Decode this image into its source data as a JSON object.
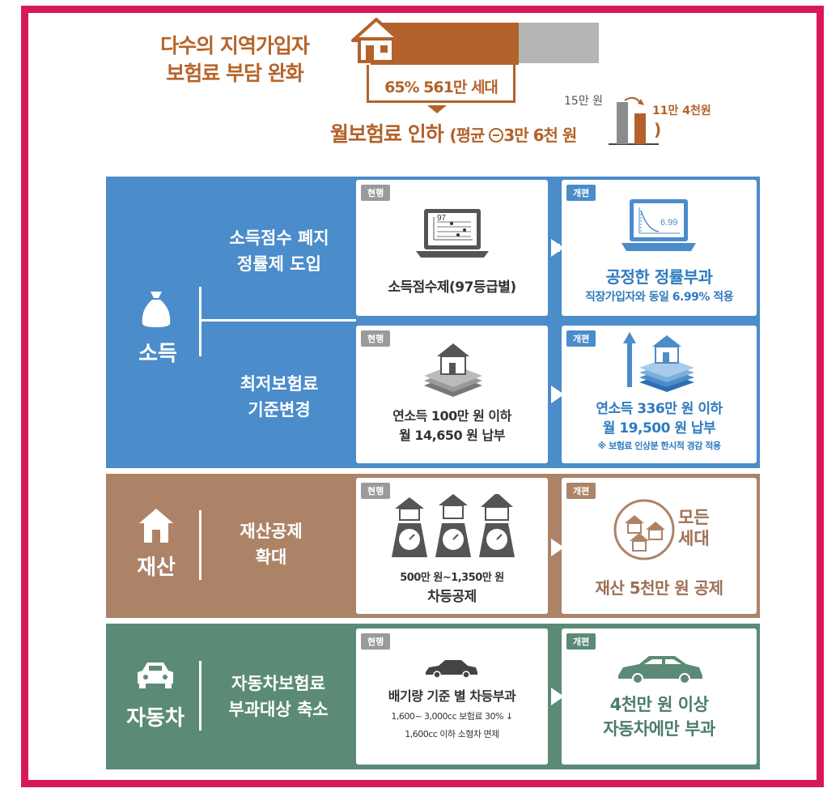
{
  "header": {
    "title_line1": "다수의 지역가입자",
    "title_line2": "보험료 부담 완화",
    "bracket_label": "65% 561만 세대",
    "reduce_main": "월보험료 인하",
    "reduce_open": "(평균 ",
    "reduce_amount": "3만 6천 원",
    "reduce_close": ")",
    "before_label": "15만 원",
    "after_label": "11만 4천원",
    "share_pct": 65,
    "colors": {
      "accent": "#b2622a",
      "gray": "#b5b5b5"
    }
  },
  "income": {
    "category": "소득",
    "icon": "money-bag-icon",
    "color": "#4b8cca",
    "row1": {
      "label_line1": "소득점수 폐지",
      "label_line2": "정률제 도입",
      "current_tag": "현행",
      "current_value": "97",
      "current_text": "소득점수제(97등급별)",
      "reform_tag": "개편",
      "reform_value": "6.99",
      "reform_title": "공정한 정률부과",
      "reform_sub": "직장가입자와 동일 6.99% 적용"
    },
    "row2": {
      "label_line1": "최저보험료",
      "label_line2": "기준변경",
      "current_tag": "현행",
      "current_line1": "연소득 100만 원 이하",
      "current_line2": "월 14,650 원 납부",
      "reform_tag": "개편",
      "reform_line1": "연소득 336만 원 이하",
      "reform_line2": "월 19,500 원 납부",
      "reform_note": "※ 보험료 인상분 한시적 경감 적용"
    }
  },
  "property": {
    "category": "재산",
    "icon": "house-icon",
    "color": "#ad8368",
    "label_line1": "재산공제",
    "label_line2": "확대",
    "current_tag": "현행",
    "current_line1": "500만 원~1,350만 원",
    "current_line2": "차등공제",
    "reform_tag": "개편",
    "reform_badge_line1": "모든",
    "reform_badge_line2": "세대",
    "reform_text": "재산 5천만 원 공제"
  },
  "car": {
    "category": "자동차",
    "icon": "car-icon",
    "color": "#5b8b77",
    "label_line1": "자동차보험료",
    "label_line2": "부과대상 축소",
    "current_tag": "현행",
    "current_title": "배기량 기준 별 차등부과",
    "current_line1": "1,600~ 3,000cc 보험료 30% ↓",
    "current_line2": "1,600cc 이하 소형차 면제",
    "reform_tag": "개편",
    "reform_line1": "4천만 원 이상",
    "reform_line2": "자동차에만 부과"
  }
}
